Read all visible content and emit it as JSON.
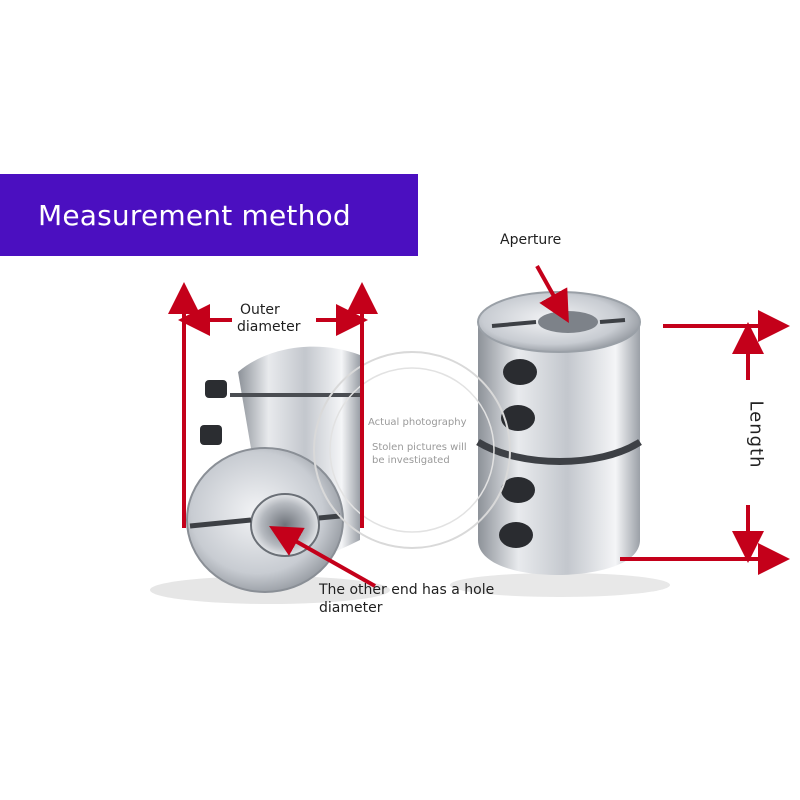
{
  "banner": {
    "title": "Measurement method",
    "color": "#4b0fc0"
  },
  "labels": {
    "outer_diameter": "Outer\ndiameter",
    "outer_diameter_line1": "Outer",
    "outer_diameter_line2": "diameter",
    "aperture": "Aperture",
    "length": "Length",
    "other_end_line1": "The other end has a hole",
    "other_end_line2": "diameter"
  },
  "watermark": {
    "line1": "Actual photography",
    "line2": "Stolen pictures will",
    "line3": "be investigated"
  },
  "colors": {
    "arrow": "#c4001a",
    "metal": "#c9ccd1"
  }
}
